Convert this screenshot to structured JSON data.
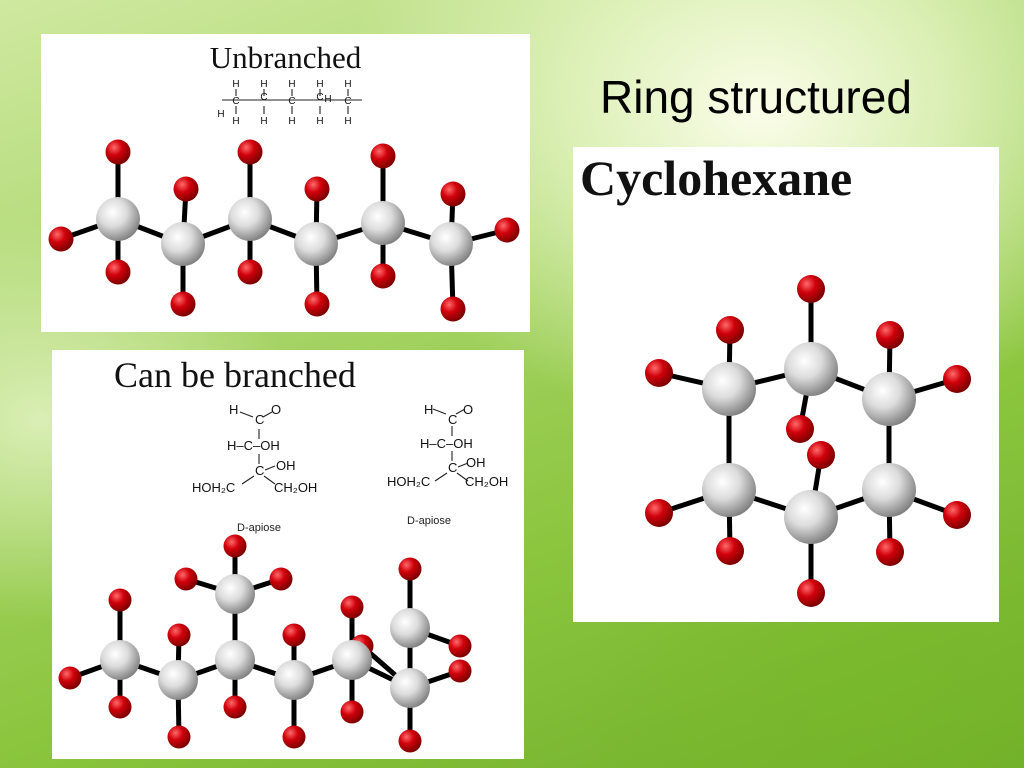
{
  "slide": {
    "title": "Ring structured"
  },
  "unbranched": {
    "title": "Unbranched",
    "formula_h": "H",
    "formula_c": "C"
  },
  "branched": {
    "title": "Can be branched",
    "structures": [
      {
        "top": "H",
        "ald": "C",
        "o": "O",
        "row1": "H–C–OH",
        "row2": "C",
        "oh": "OH",
        "left": "HOH₂C",
        "right": "CH₂OH",
        "name": "D-apiose"
      },
      {
        "top": "H",
        "ald": "C",
        "o": "O",
        "row1": "H–C–OH",
        "row2": "C",
        "oh": "OH",
        "left": "HOH₂C",
        "right": "CH₂OH",
        "name": "D-apiose"
      }
    ]
  },
  "ring": {
    "title": "Cyclohexane"
  },
  "colors": {
    "carbon": "#c9c9c9",
    "hydrogen": "#d0000b",
    "bond": "#000000"
  }
}
